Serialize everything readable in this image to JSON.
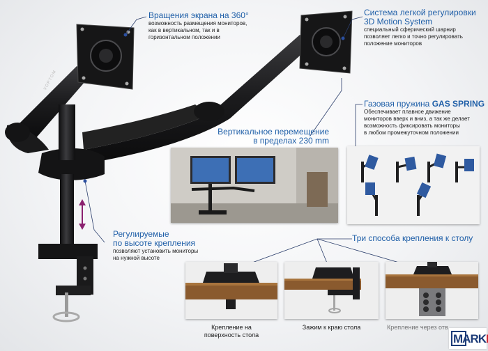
{
  "annotations": {
    "rotation": {
      "title": "Вращения экрана на 360°",
      "desc_lines": [
        "возможность размещения мониторов,",
        "как в вертикальном, так и в",
        "горизонтальном положении"
      ]
    },
    "motion_system": {
      "title_lines": [
        "Система легкой регулировки",
        "3D Motion System"
      ],
      "desc_lines": [
        "специальный сферический шарнир",
        "позволяет легко и точно регулировать",
        "положение мониторов"
      ]
    },
    "gas_spring": {
      "title_prefix": "Газовая пружина ",
      "title_bold": "GAS SPRING",
      "desc_lines": [
        "Обеспечивает плавное движение",
        "мониторов вверх и вниз, а так же делает",
        "возможность фиксировать мониторы",
        "в любом промежуточном положении"
      ]
    },
    "vertical": {
      "title_lines": [
        "Вертикальное перемещение",
        "в пределах 230 mm"
      ]
    },
    "height": {
      "title_lines": [
        "Регулируемые",
        "по высоте крепления"
      ],
      "desc_lines": [
        "позволяют установить мониторы",
        "на нужной высоте"
      ]
    },
    "mounts": {
      "title": "Три способа крепления к столу"
    }
  },
  "captions": {
    "surface_lines": [
      "Крепление на",
      "поверхность стола"
    ],
    "clamp": "Зажим к краю стола",
    "third": "Крепление через отверстие"
  },
  "arm_brand": "VOPTOM",
  "watermark": {
    "text": "MARK",
    "accent": "IT"
  },
  "colors": {
    "title_blue": "#1f5fa8",
    "arm_black": "#1d1d1f",
    "arrow_purple": "#8a1f6e",
    "watermark_blue": "#1d3c78",
    "watermark_red": "#d0202a"
  }
}
